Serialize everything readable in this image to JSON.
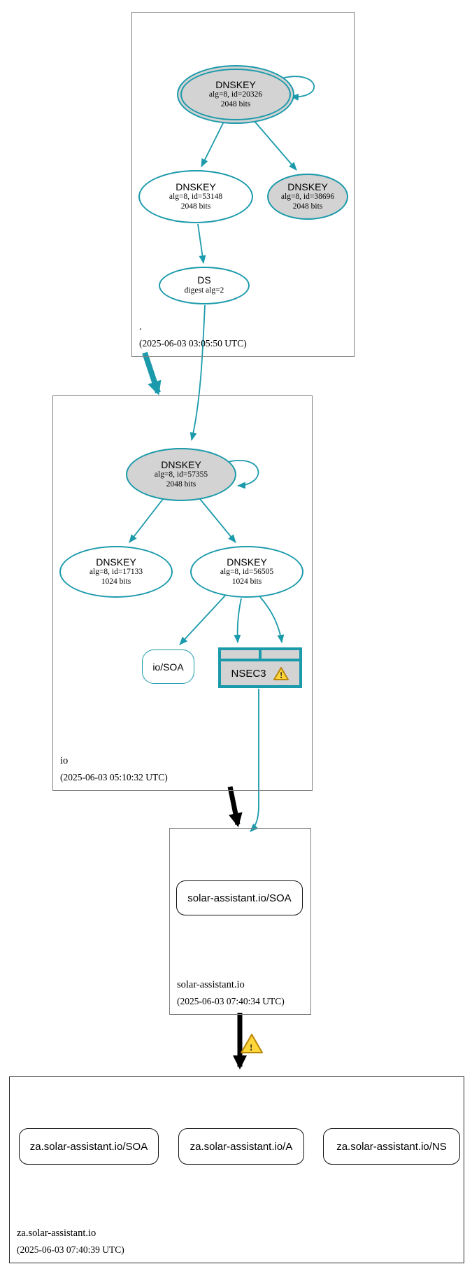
{
  "colors": {
    "edge": "#1b9aab",
    "node_fill": "#d3d3d3",
    "warning_fill": "#ffd639",
    "warning_stroke": "#b8860b",
    "box_border": "#808080",
    "box_border_dark": "#2e2e2e"
  },
  "icons": {
    "warning_glyph": "!"
  },
  "zones": {
    "root": {
      "name": ".",
      "timestamp": "(2025-06-03 03:05:50 UTC)",
      "ksk": {
        "type": "DNSKEY",
        "meta": "alg=8, id=20326",
        "bits": "2048 bits"
      },
      "zsk": {
        "type": "DNSKEY",
        "meta": "alg=8, id=53148",
        "bits": "2048 bits"
      },
      "key2": {
        "type": "DNSKEY",
        "meta": "alg=8, id=38696",
        "bits": "2048 bits"
      },
      "ds": {
        "type": "DS",
        "meta": "digest alg=2"
      }
    },
    "io": {
      "name": "io",
      "timestamp": "(2025-06-03 05:10:32 UTC)",
      "ksk": {
        "type": "DNSKEY",
        "meta": "alg=8, id=57355",
        "bits": "2048 bits"
      },
      "zsk1": {
        "type": "DNSKEY",
        "meta": "alg=8, id=17133",
        "bits": "1024 bits"
      },
      "zsk2": {
        "type": "DNSKEY",
        "meta": "alg=8, id=56505",
        "bits": "1024 bits"
      },
      "soa": {
        "label": "io/SOA"
      },
      "nsec3": {
        "label": "NSEC3"
      }
    },
    "solar": {
      "name": "solar-assistant.io",
      "timestamp": "(2025-06-03 07:40:34 UTC)",
      "soa": {
        "label": "solar-assistant.io/SOA"
      }
    },
    "za": {
      "name": "za.solar-assistant.io",
      "timestamp": "(2025-06-03 07:40:39 UTC)",
      "soa": {
        "label": "za.solar-assistant.io/SOA"
      },
      "a": {
        "label": "za.solar-assistant.io/A"
      },
      "ns": {
        "label": "za.solar-assistant.io/NS"
      }
    }
  }
}
